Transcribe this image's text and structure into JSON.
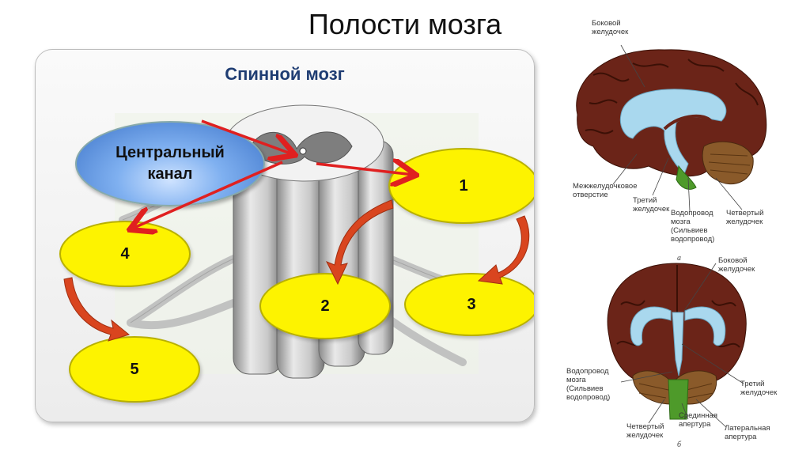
{
  "title": "Полости мозга",
  "left": {
    "heading": "Спинной мозг",
    "central_canal": "Центральный канал",
    "ovals": [
      "1",
      "2",
      "3",
      "4",
      "5"
    ]
  },
  "right": {
    "figure_a": {
      "letter": "а",
      "labels": {
        "lateral_ventricle": "Боковой\nжелудочек",
        "interventricular": "Межжелудочковое\nотверстие",
        "third_ventricle": "Третий\nжелудочек",
        "aqueduct": "Водопровод\nмозга\n(Сильвиев\nводопровод)",
        "fourth_ventricle": "Четвертый\nжелудочек"
      }
    },
    "figure_b": {
      "letter": "б",
      "labels": {
        "lateral_ventricle": "Боковой\nжелудочек",
        "aqueduct": "Водопровод\nмозга\n(Сильвиев\nводопровод)",
        "third_ventricle": "Третий\nжелудочек",
        "fourth_ventricle": "Четвертый\nжелудочек",
        "median_aperture": "Срединная\nапертура",
        "lateral_aperture": "Латеральная\nапертура"
      }
    }
  },
  "colors": {
    "oval_fill": "#fdf300",
    "arrow_red": "#e02020",
    "arrow_orange": "#d9451f",
    "brain_tissue": "#6b2418",
    "ventricle": "#a9d8ee",
    "heading": "#1f3d73"
  }
}
